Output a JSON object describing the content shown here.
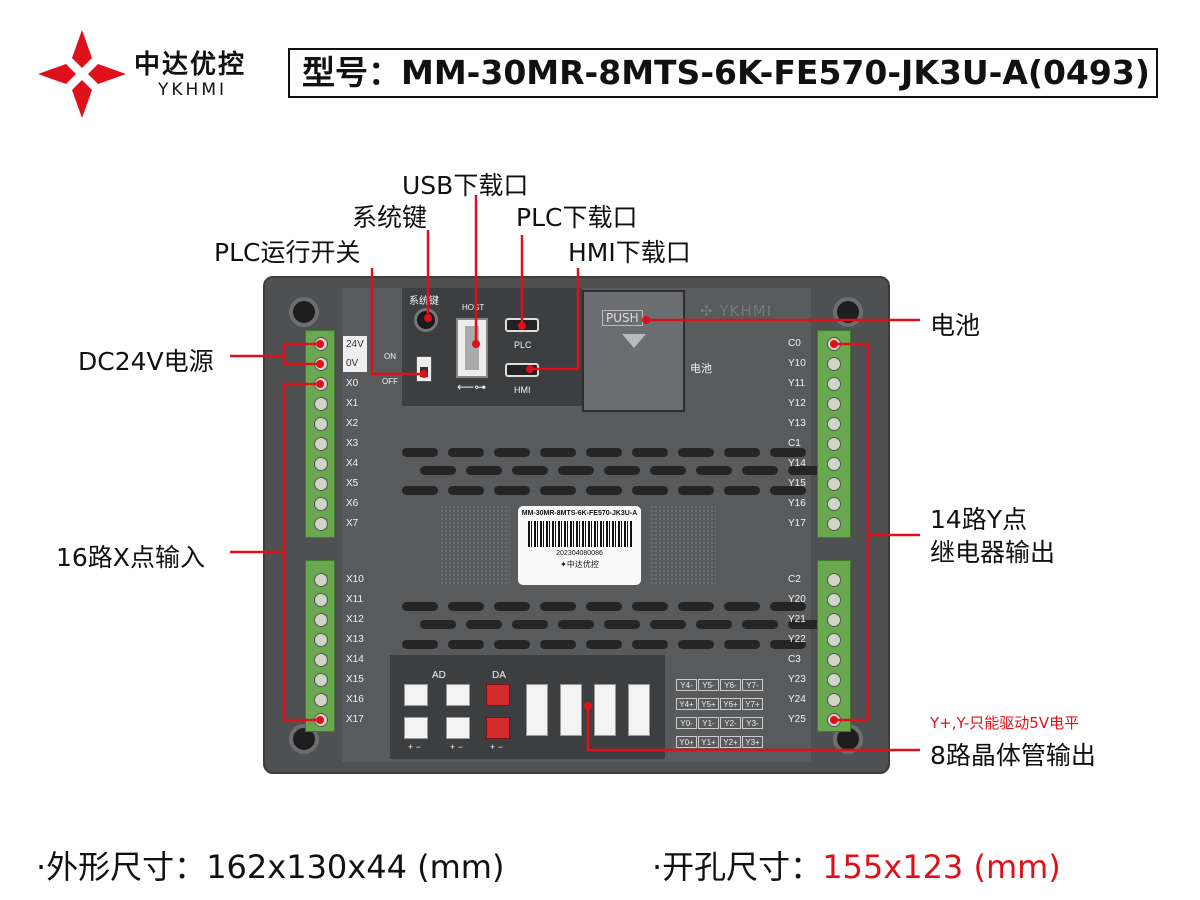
{
  "brand": {
    "name_cn": "中达优控",
    "name_en": "YKHMI",
    "logo_color": "#e0101a"
  },
  "model": {
    "label": "型号：",
    "value": "MM-30MR-8MTS-6K-FE570-JK3U-A(0493)"
  },
  "callouts": {
    "usb": "USB下载口",
    "system_key": "系统键",
    "plc_port": "PLC下载口",
    "run_switch": "PLC运行开关",
    "hmi_port": "HMI下载口",
    "battery": "电池",
    "power": "DC24V电源",
    "x_inputs": "16路X点输入",
    "y_outputs_line1": "14路Y点",
    "y_outputs_line2": "继电器输出",
    "y_note": "Y+,Y-只能驱动5V电平",
    "transistor": "8路晶体管输出"
  },
  "device": {
    "system_key_label": "系统键",
    "host_label": "HOST",
    "plc_label": "PLC",
    "hmi_label": "HMI",
    "on_label": "ON",
    "off_label": "OFF",
    "push_label": "PUSH",
    "battery_label": "电池",
    "watermark": "YKHMI",
    "ad_label": "AD",
    "da_label": "DA",
    "sticker_model": "MM-30MR-8MTS-6K-FE570-JK3U-A",
    "sticker_serial": "202304080086",
    "sticker_brand": "中达优控",
    "power_labels": [
      "24V",
      "0V"
    ],
    "x_labels_top": [
      "X0",
      "X1",
      "X2",
      "X3",
      "X4",
      "X5",
      "X6",
      "X7"
    ],
    "x_labels_bottom": [
      "X10",
      "X11",
      "X12",
      "X13",
      "X14",
      "X15",
      "X16",
      "X17"
    ],
    "y_labels_top": [
      "C0",
      "Y10",
      "Y11",
      "Y12",
      "Y13",
      "C1",
      "Y14",
      "Y15",
      "Y16",
      "Y17"
    ],
    "y_labels_bottom": [
      "C2",
      "Y20",
      "Y21",
      "Y22",
      "C3",
      "Y23",
      "Y24",
      "Y25"
    ],
    "transistor_grid": [
      [
        "Y4-",
        "Y5-",
        "Y6-",
        "Y7-"
      ],
      [
        "Y4+",
        "Y5+",
        "Y6+",
        "Y7+"
      ],
      [
        "Y0-",
        "Y1-",
        "Y2-",
        "Y3-"
      ],
      [
        "Y0+",
        "Y1+",
        "Y2+",
        "Y3+"
      ]
    ],
    "plus_minus": "+ −"
  },
  "footer": {
    "bullet": "·",
    "outline_label": "外形尺寸：",
    "outline_value": "162x130x44 (mm)",
    "cutout_label": "开孔尺寸：",
    "cutout_value": "155x123 (mm)",
    "cutout_color": "#e0101a"
  },
  "colors": {
    "callout_line": "#e0101a",
    "device_body": "#4f5052",
    "terminal_green": "#6aa84f"
  }
}
